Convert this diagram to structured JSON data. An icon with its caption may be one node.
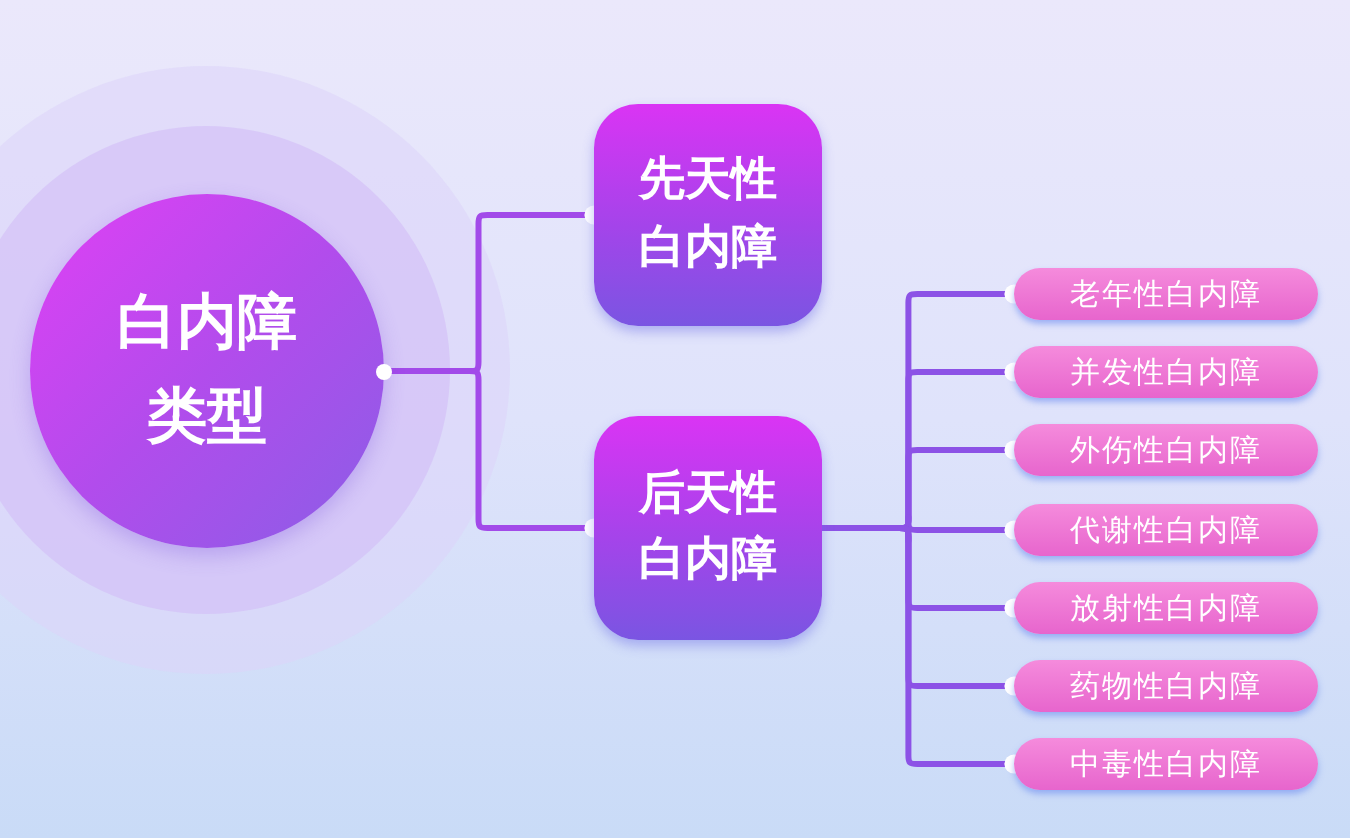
{
  "diagram": {
    "nodes": [
      {
        "text": [
          "白内障类型"
        ]
      },
      {
        "text": [
          "先天性白内障"
        ]
      },
      {
        "text": [
          "后天性白内障"
        ]
      },
      {
        "text": [
          "老年性白内障"
        ]
      },
      {
        "text": [
          "并发性白内障"
        ]
      },
      {
        "text": [
          "外伤性白内障"
        ]
      },
      {
        "text": [
          "代谢性白内障"
        ]
      },
      {
        "text": [
          "放射性白内障"
        ]
      },
      {
        "text": [
          "药物性白内障"
        ]
      },
      {
        "text": [
          "中毒性白内障"
        ]
      }
    ],
    "edges": [
      {
        "from": 0,
        "to": 1,
        "arrow": "other"
      },
      {
        "from": 0,
        "to": 2,
        "arrow": "other"
      },
      {
        "from": 2,
        "to": 3,
        "arrow": "other"
      },
      {
        "from": 2,
        "to": 4,
        "arrow": "other"
      },
      {
        "from": 2,
        "to": 5,
        "arrow": "other"
      },
      {
        "from": 2,
        "to": 6,
        "arrow": "other"
      },
      {
        "from": 2,
        "to": 7,
        "arrow": "other"
      },
      {
        "from": 2,
        "to": 8,
        "arrow": "other"
      },
      {
        "from": 2,
        "to": 9,
        "arrow": "other"
      }
    ]
  }
}
